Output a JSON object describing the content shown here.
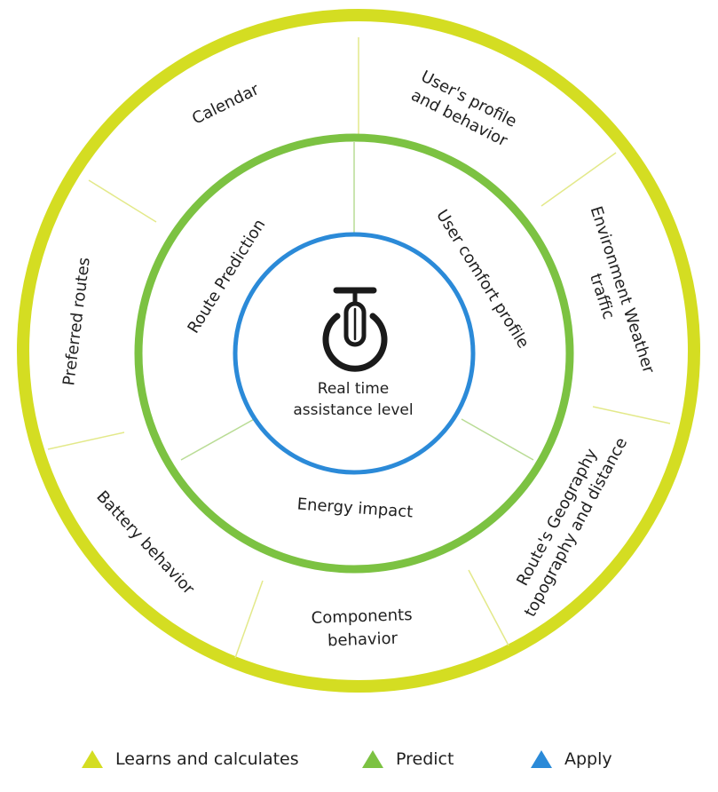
{
  "outer_ring": {
    "color": "#d4dd22",
    "items": [
      {
        "lines": [
          "Calendar"
        ]
      },
      {
        "lines": [
          "User's profile",
          "and behavior"
        ]
      },
      {
        "lines": [
          "Environment Weather",
          "traffic"
        ]
      },
      {
        "lines": [
          "Route's Geography",
          "topography and distance"
        ]
      },
      {
        "lines": [
          "Components",
          "behavior"
        ]
      },
      {
        "lines": [
          "Battery behavior"
        ]
      },
      {
        "lines": [
          "Preferred routes"
        ]
      }
    ]
  },
  "middle_ring": {
    "color": "#7cc242",
    "items": [
      {
        "lines": [
          "Route Prediction"
        ]
      },
      {
        "lines": [
          "User comfort profile"
        ]
      },
      {
        "lines": [
          "Energy impact"
        ]
      }
    ]
  },
  "core": {
    "color": "#2b8ad8",
    "icon": "bike-power-icon",
    "line1": "Real time",
    "line2": "assistance level"
  },
  "legend": [
    {
      "label": "Learns and calculates",
      "color": "#d4dd22"
    },
    {
      "label": "Predict",
      "color": "#7cc242"
    },
    {
      "label": "Apply",
      "color": "#2b8ad8"
    }
  ]
}
